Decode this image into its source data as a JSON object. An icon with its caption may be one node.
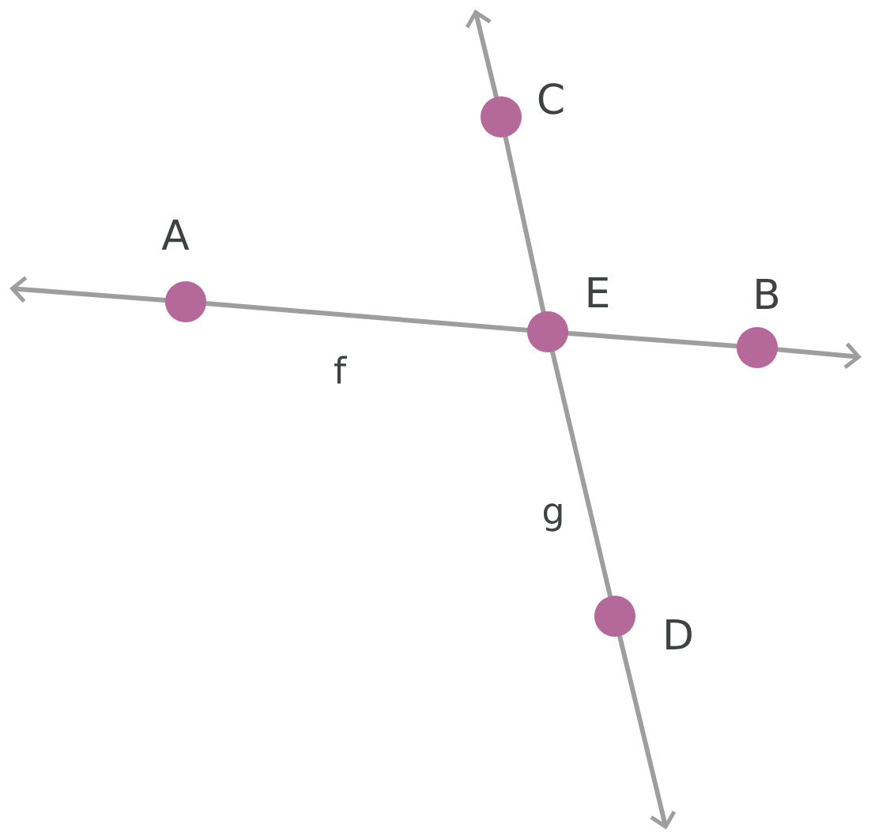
{
  "diagram": {
    "nodes": [
      {
        "text": [],
        "shape": "circle",
        "beside": [
          "C"
        ]
      },
      {
        "text": [],
        "shape": "circle",
        "beside": [
          "A"
        ]
      },
      {
        "text": [],
        "shape": "circle",
        "beside": [
          "E"
        ]
      },
      {
        "text": [],
        "shape": "circle",
        "beside": [
          "B"
        ]
      },
      {
        "text": [],
        "shape": "circle",
        "beside": [
          "D"
        ]
      }
    ],
    "edges": [
      {
        "from": 1,
        "to": null,
        "arrow": "to"
      },
      {
        "from": 1,
        "to": 2,
        "arrow": "none",
        "label": "f"
      },
      {
        "from": 2,
        "to": 3,
        "arrow": "none"
      },
      {
        "from": 3,
        "to": null,
        "arrow": "to"
      },
      {
        "from": 0,
        "to": null,
        "arrow": "to"
      },
      {
        "from": 0,
        "to": 2,
        "arrow": "none"
      },
      {
        "from": 2,
        "to": 4,
        "arrow": "none",
        "label": "g"
      },
      {
        "from": 4,
        "to": null,
        "arrow": "to"
      }
    ]
  }
}
